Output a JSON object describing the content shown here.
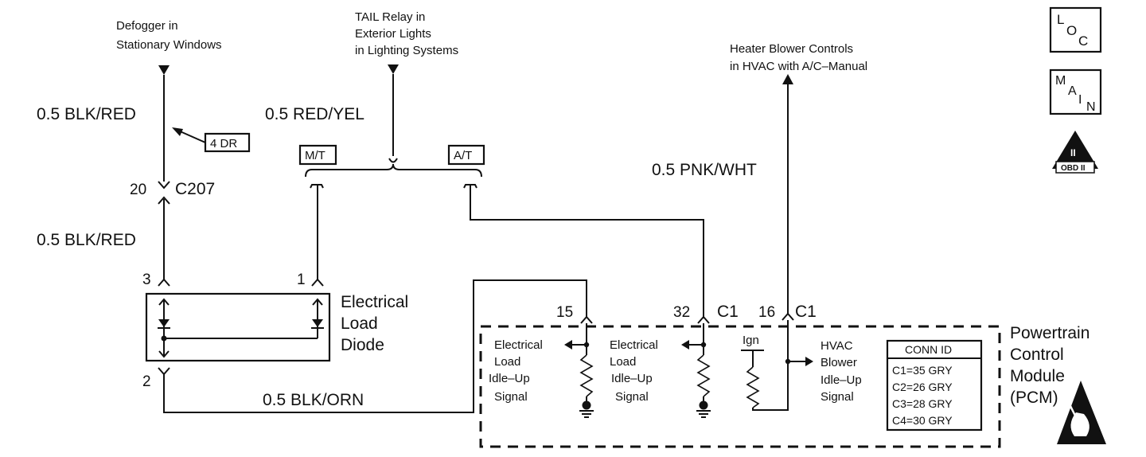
{
  "destinations": {
    "defogger": [
      "Defogger in",
      "Stationary Windows"
    ],
    "tail_relay": [
      "TAIL Relay in",
      "Exterior Lights",
      "in Lighting Systems"
    ],
    "heater_blower": [
      "Heater Blower Controls",
      "in HVAC with A/C–Manual"
    ]
  },
  "wires": {
    "blk_red_top": "0.5 BLK/RED",
    "blk_red_bottom": "0.5 BLK/RED",
    "red_yel": "0.5 RED/YEL",
    "pnk_wht": "0.5 PNK/WHT",
    "blk_orn": "0.5 BLK/ORN"
  },
  "tags": {
    "four_dr": "4 DR",
    "mt": "M/T",
    "at": "A/T"
  },
  "connector_c207": {
    "pin": "20",
    "name": "C207"
  },
  "diode": {
    "pin_3": "3",
    "pin_1": "1",
    "pin_2": "2",
    "label": [
      "Electrical",
      "Load",
      "Diode"
    ]
  },
  "pcm_pins": {
    "pin_15": "15",
    "pin_32": "32",
    "c1_a": "C1",
    "pin_16": "16",
    "c1_b": "C1"
  },
  "pcm_signals": {
    "left": [
      "Electrical",
      "Load",
      "Idle–Up",
      "Signal"
    ],
    "middle": [
      "Electrical",
      "Load",
      "Idle–Up",
      "Signal"
    ],
    "ign": "Ign",
    "hvac": [
      "HVAC",
      "Blower",
      "Idle–Up",
      "Signal"
    ]
  },
  "pcm_label": [
    "Powertrain",
    "Control",
    "Module",
    "(PCM)"
  ],
  "conn_id": {
    "title": "CONN ID",
    "rows": [
      "C1=35 GRY",
      "C2=26 GRY",
      "C3=28 GRY",
      "C4=30 GRY"
    ]
  },
  "side_icons": {
    "loc": [
      "L",
      "O",
      "C"
    ],
    "main": [
      "M",
      "A",
      "I",
      "N"
    ],
    "obd": [
      "II",
      "OBD II"
    ]
  }
}
